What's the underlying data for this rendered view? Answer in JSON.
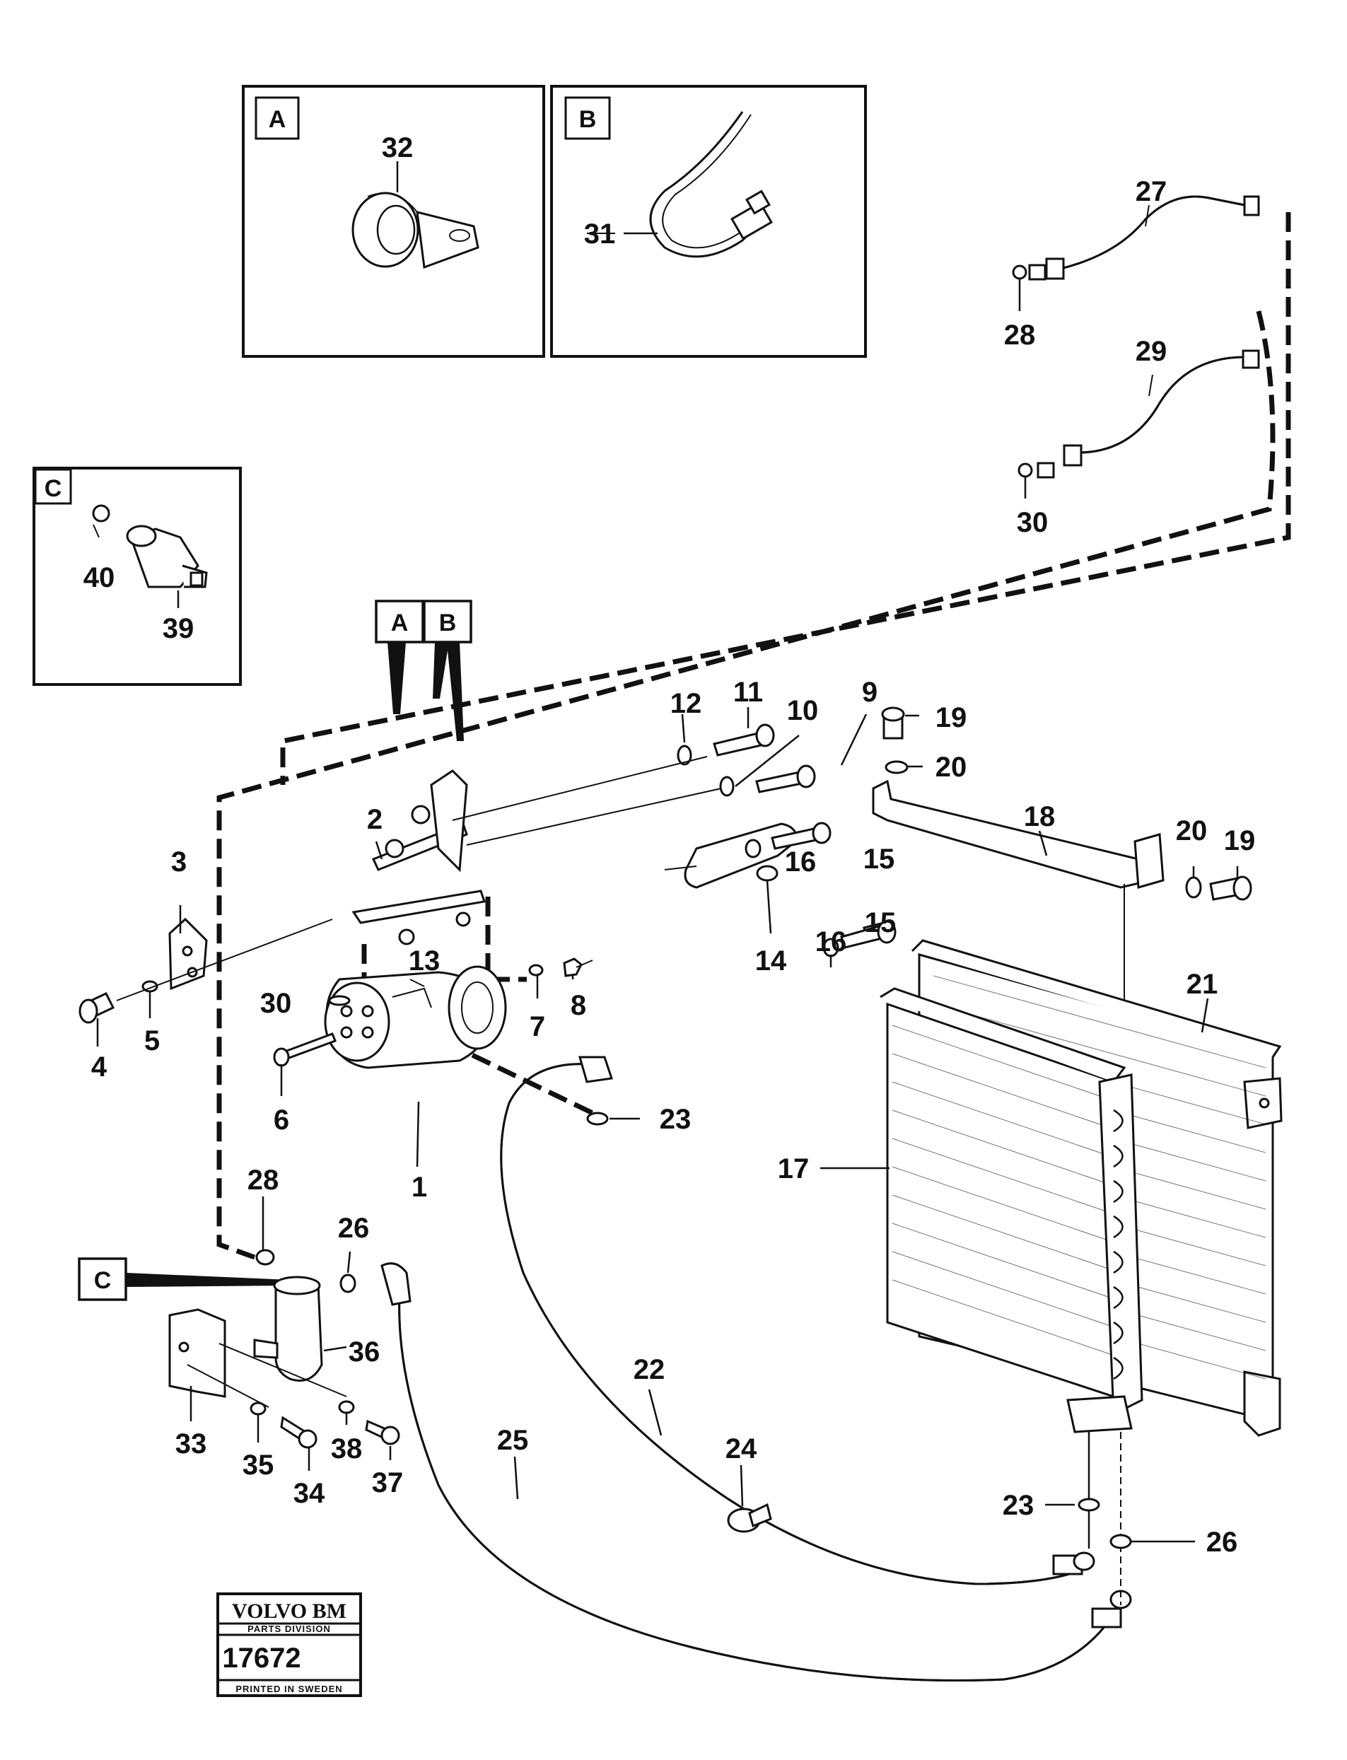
{
  "detail_boxes": {
    "A": {
      "letter": "A",
      "part": "32"
    },
    "B": {
      "letter": "B",
      "part": "31"
    },
    "C": {
      "letter": "C",
      "parts": [
        "40",
        "39"
      ]
    }
  },
  "callout_tags": {
    "a": "A",
    "b": "B",
    "c": "C"
  },
  "part_labels": {
    "p1": "1",
    "p2": "2",
    "p3": "3",
    "p4": "4",
    "p5": "5",
    "p6": "6",
    "p7": "7",
    "p8": "8",
    "p9": "9",
    "p10": "10",
    "p11": "11",
    "p12": "12",
    "p13": "13",
    "p14": "14",
    "p15a": "15",
    "p15b": "15",
    "p16a": "16",
    "p16b": "16",
    "p17": "17",
    "p18": "18",
    "p19a": "19",
    "p19b": "19",
    "p20a": "20",
    "p20b": "20",
    "p21": "21",
    "p22": "22",
    "p23a": "23",
    "p23b": "23",
    "p24": "24",
    "p25": "25",
    "p26a": "26",
    "p26b": "26",
    "p27": "27",
    "p28a": "28",
    "p28b": "28",
    "p29": "29",
    "p30a": "30",
    "p30b": "30",
    "p31": "31",
    "p32": "32",
    "p33": "33",
    "p34": "34",
    "p35": "35",
    "p36": "36",
    "p37": "37",
    "p38": "38",
    "p39": "39",
    "p40": "40"
  },
  "stamp": {
    "brand": "VOLVO BM",
    "division": "PARTS DIVISION",
    "number": "17672",
    "printed": "PRINTED IN SWEDEN"
  }
}
